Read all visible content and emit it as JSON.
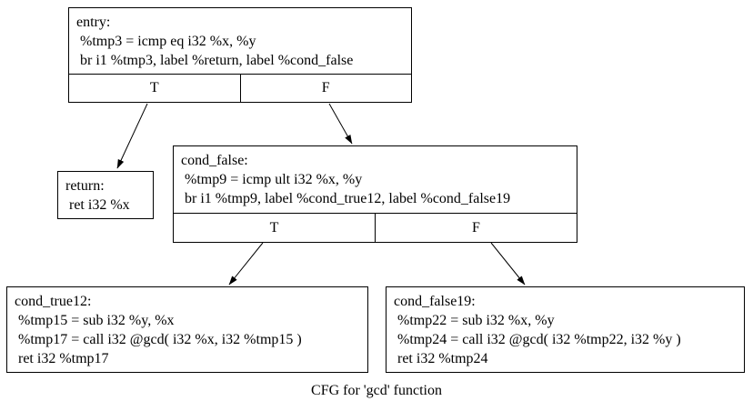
{
  "caption": "CFG for 'gcd' function",
  "colors": {
    "background": "#ffffff",
    "node_border": "#000000",
    "text": "#000000",
    "edge": "#000000"
  },
  "nodes": {
    "entry": {
      "lines": [
        "entry:",
        " %tmp3 = icmp eq i32 %x, %y",
        " br i1 %tmp3, label %return, label %cond_false"
      ],
      "true_label": "T",
      "false_label": "F"
    },
    "return": {
      "lines": [
        "return:",
        " ret i32 %x"
      ]
    },
    "cond_false": {
      "lines": [
        "cond_false:",
        " %tmp9 = icmp ult i32 %x, %y",
        " br i1 %tmp9, label %cond_true12, label %cond_false19"
      ],
      "true_label": "T",
      "false_label": "F"
    },
    "cond_true12": {
      "lines": [
        "cond_true12:",
        " %tmp15 = sub i32 %y, %x",
        " %tmp17 = call i32 @gcd( i32 %x, i32 %tmp15 )",
        " ret i32 %tmp17"
      ]
    },
    "cond_false19": {
      "lines": [
        "cond_false19:",
        " %tmp22 = sub i32 %x, %y",
        " %tmp24 = call i32 @gcd( i32 %tmp22, i32 %y )",
        " ret i32 %tmp24"
      ]
    }
  },
  "edges": [
    {
      "from": "entry:T",
      "to": "return"
    },
    {
      "from": "entry:F",
      "to": "cond_false"
    },
    {
      "from": "cond_false:T",
      "to": "cond_true12"
    },
    {
      "from": "cond_false:F",
      "to": "cond_false19"
    }
  ]
}
